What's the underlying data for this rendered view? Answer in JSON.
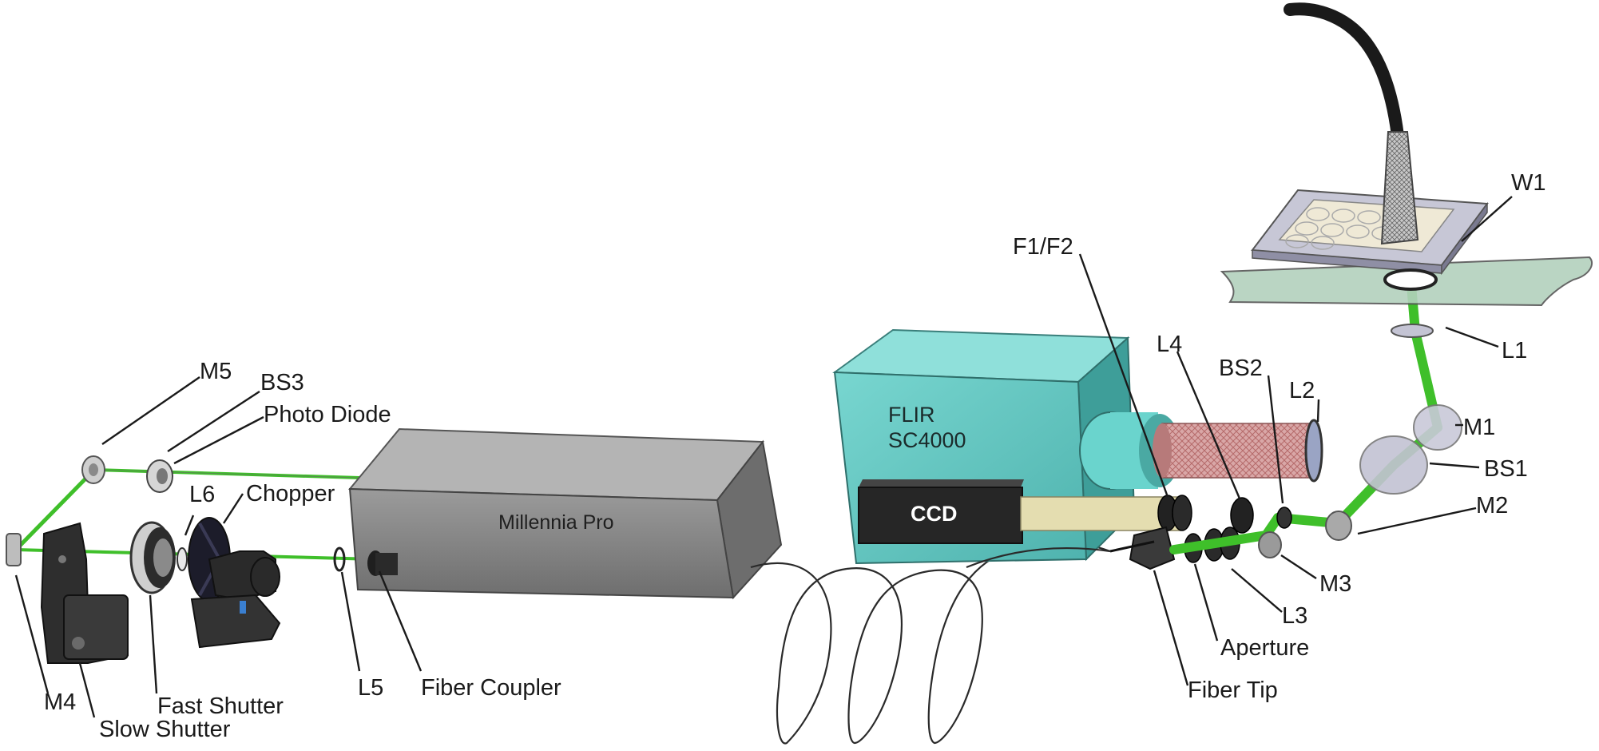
{
  "diagram": {
    "labels": {
      "m5": "M5",
      "bs3": "BS3",
      "photo_diode": "Photo Diode",
      "l6": "L6",
      "chopper": "Chopper",
      "m4": "M4",
      "slow_shutter": "Slow Shutter",
      "fast_shutter": "Fast Shutter",
      "l5": "L5",
      "fiber_coupler": "Fiber Coupler",
      "millennia_pro": "Millennia Pro",
      "flir_line1": "FLIR",
      "flir_line2": "SC4000",
      "ccd": "CCD",
      "f1f2": "F1/F2",
      "l4": "L4",
      "bs2": "BS2",
      "l2": "L2",
      "w1": "W1",
      "l1": "L1",
      "m1": "M1",
      "bs1": "BS1",
      "m2": "M2",
      "m3": "M3",
      "l3": "L3",
      "aperture": "Aperture",
      "fiber_tip": "Fiber Tip"
    },
    "colors": {
      "laser_beam": "#3fbf2a",
      "ir_path": "#c98a8a",
      "camera_body": "#5cc4bf",
      "laser_box": "#7a7a7a",
      "ccd_box": "#2a2a2a",
      "stage": "#a9c7b5",
      "well_plate": "#b9b9c9"
    }
  }
}
